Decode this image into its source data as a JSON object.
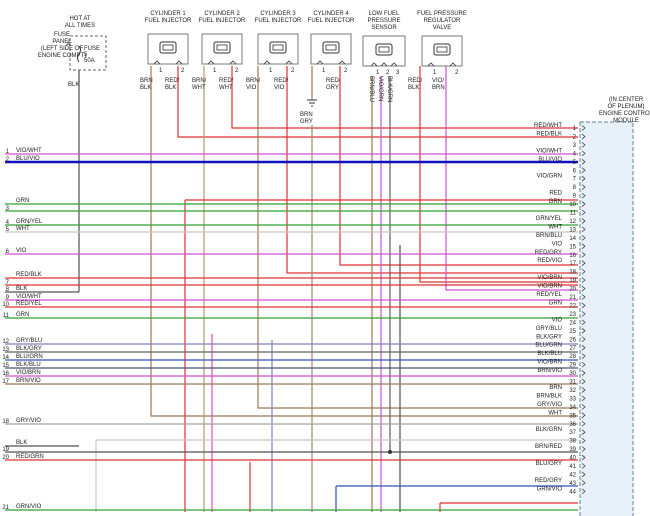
{
  "fuse_panel": {
    "hot_lines": [
      "HOT AT",
      "ALL TIMES"
    ],
    "panel_lines": [
      "FUSE",
      "PANEL",
      "(LEFT SIDE OF",
      "ENGINE COMPT)"
    ],
    "pin": "A",
    "fuse_lines": [
      "FUSE",
      "5",
      "50A"
    ],
    "wire": "BLK"
  },
  "components": [
    {
      "lines": [
        "CYLINDER 1",
        "FUEL INJECTOR"
      ],
      "pins": [
        "1",
        "2"
      ],
      "wires": [
        [
          "BRN",
          "BLK"
        ],
        [
          "RED/",
          "BLK"
        ]
      ]
    },
    {
      "lines": [
        "CYLINDER 2",
        "FUEL INJECTOR"
      ],
      "pins": [
        "1",
        "2"
      ],
      "wires": [
        [
          "BRN/",
          "WHT"
        ],
        [
          "RED/",
          "WHT"
        ]
      ]
    },
    {
      "lines": [
        "CYLINDER 3",
        "FUEL INJECTOR"
      ],
      "pins": [
        "1",
        "2"
      ],
      "wires": [
        [
          "BRN/",
          "VIO"
        ],
        [
          "RED/",
          "VIO"
        ]
      ]
    },
    {
      "lines": [
        "CYLINDER 4",
        "FUEL INJECTOR"
      ],
      "pins": [
        "1",
        "2"
      ],
      "wires": [
        [
          "BRN/",
          "GRY"
        ],
        [
          "RED/",
          "GRY"
        ]
      ]
    },
    {
      "lines": [
        "LOW FUEL",
        "PRESSURE",
        "SENSOR"
      ],
      "pins": [
        "1",
        "2",
        "3"
      ],
      "wires": [
        [
          "BRN/BLU"
        ],
        [
          "VIO/GRN"
        ],
        [
          "BLK/GRN"
        ]
      ]
    },
    {
      "lines": [
        "FUEL PRESSURE",
        "REGULATOR",
        "VALVE"
      ],
      "pins": [
        "1",
        "2"
      ],
      "wires": [
        [
          "RED/",
          "BLK"
        ],
        [
          "VIO/",
          "BRN"
        ]
      ]
    }
  ],
  "ground_label": [
    "BRN",
    "GRY"
  ],
  "ecm_label": [
    "(IN CENTER",
    "OF PLENUM)",
    "ENGINE CONTROL",
    "MODULE"
  ],
  "ecm_pins": [
    {
      "pin": "1",
      "label": "RED/WHT",
      "color": "#e03030"
    },
    {
      "pin": "2",
      "label": "RED/BLK",
      "color": "#e03030"
    },
    {
      "pin": "3",
      "label": "",
      "color": "#999999"
    },
    {
      "pin": "4",
      "label": "VIO/WHT",
      "color": "#d050d0"
    },
    {
      "pin": "5",
      "label": "BLU/VIO",
      "color": "#1010c0"
    },
    {
      "pin": "6",
      "label": "",
      "color": "#999999"
    },
    {
      "pin": "7",
      "label": "VIO/GRN",
      "color": "#d050d0"
    },
    {
      "pin": "8",
      "label": "",
      "color": "#999999"
    },
    {
      "pin": "9",
      "label": "RED",
      "color": "#e03030"
    },
    {
      "pin": "10",
      "label": "GRN",
      "color": "#30a030"
    },
    {
      "pin": "11",
      "label": "",
      "color": "#999999"
    },
    {
      "pin": "12",
      "label": "GRN/YEL",
      "color": "#30a030"
    },
    {
      "pin": "13",
      "label": "WHT",
      "color": "#c8c8c8"
    },
    {
      "pin": "14",
      "label": "BRN/BLU",
      "color": "#9b7a55"
    },
    {
      "pin": "15",
      "label": "VIO",
      "color": "#d050d0"
    },
    {
      "pin": "16",
      "label": "RED/GRY",
      "color": "#e03030"
    },
    {
      "pin": "17",
      "label": "RED/VIO",
      "color": "#e03030"
    },
    {
      "pin": "18",
      "label": "",
      "color": "#999999"
    },
    {
      "pin": "19",
      "label": "VIO/BRN",
      "color": "#d050d0"
    },
    {
      "pin": "20",
      "label": "VIO/BRN",
      "color": "#d050d0"
    },
    {
      "pin": "21",
      "label": "RED/YEL",
      "color": "#e03030"
    },
    {
      "pin": "22",
      "label": "GRN",
      "color": "#30a030"
    },
    {
      "pin": "23",
      "label": "",
      "color": "#999999"
    },
    {
      "pin": "24",
      "label": "VIO",
      "color": "#d050d0"
    },
    {
      "pin": "25",
      "label": "GRY/BLU",
      "color": "#8080c0"
    },
    {
      "pin": "26",
      "label": "BLK/GRY",
      "color": "#606060"
    },
    {
      "pin": "27",
      "label": "BLU/GRN",
      "color": "#3050c0"
    },
    {
      "pin": "28",
      "label": "BLK/BLU",
      "color": "#505070"
    },
    {
      "pin": "29",
      "label": "VIO/BRN",
      "color": "#d050d0"
    },
    {
      "pin": "30",
      "label": "BRN/VIO",
      "color": "#9b7a55"
    },
    {
      "pin": "31",
      "label": "",
      "color": "#999999"
    },
    {
      "pin": "32",
      "label": "BRN",
      "color": "#9b7a55"
    },
    {
      "pin": "33",
      "label": "BRN/BLK",
      "color": "#9b7a55"
    },
    {
      "pin": "34",
      "label": "GRY/VIO",
      "color": "#a0a0a0"
    },
    {
      "pin": "35",
      "label": "WHT",
      "color": "#c8c8c8"
    },
    {
      "pin": "36",
      "label": "",
      "color": "#999999"
    },
    {
      "pin": "37",
      "label": "BLK/GRN",
      "color": "#505050"
    },
    {
      "pin": "38",
      "label": "",
      "color": "#999999"
    },
    {
      "pin": "39",
      "label": "BRN/RED",
      "color": "#9b7a55"
    },
    {
      "pin": "40",
      "label": "",
      "color": "#999999"
    },
    {
      "pin": "41",
      "label": "BLU/GRY",
      "color": "#3050c0"
    },
    {
      "pin": "42",
      "label": "",
      "color": "#999999"
    },
    {
      "pin": "43",
      "label": "RED/GRY",
      "color": "#e03030"
    },
    {
      "pin": "44",
      "label": "GRN/VIO",
      "color": "#30a030"
    }
  ],
  "left_wires": [
    {
      "num": "1",
      "label": "VIO/WHT",
      "color": "#d050d0"
    },
    {
      "num": "2",
      "label": "BLU/VIO",
      "color": "#1010c0"
    },
    {
      "num": "",
      "label": "GRN",
      "color": "#30a030"
    },
    {
      "num": "3",
      "label": "",
      "color": "#30a030"
    },
    {
      "num": "4",
      "label": "GRN/YEL",
      "color": "#30a030"
    },
    {
      "num": "5",
      "label": "WHT",
      "color": "#c8c8c8"
    },
    {
      "num": "6",
      "label": "VIO",
      "color": "#d050d0"
    },
    {
      "num": "",
      "label": "RED/BLK",
      "color": "#e03030"
    },
    {
      "num": "7",
      "label": "",
      "color": "#e03030"
    },
    {
      "num": "8",
      "label": "BLK",
      "color": "#505050"
    },
    {
      "num": "9",
      "label": "VIO/WHT",
      "color": "#d050d0"
    },
    {
      "num": "10",
      "label": "RED/YEL",
      "color": "#e03030"
    },
    {
      "num": "11",
      "label": "GRN",
      "color": "#30a030"
    },
    {
      "num": "12",
      "label": "GRY/BLU",
      "color": "#8080c0"
    },
    {
      "num": "13",
      "label": "BLK/GRY",
      "color": "#606060"
    },
    {
      "num": "14",
      "label": "BLU/GRN",
      "color": "#3050c0"
    },
    {
      "num": "15",
      "label": "BLK/BLU",
      "color": "#505070"
    },
    {
      "num": "16",
      "label": "VIO/BRN",
      "color": "#d050d0"
    },
    {
      "num": "17",
      "label": "BRN/VIO",
      "color": "#9b7a55"
    },
    {
      "num": "18",
      "label": "GRY/VIO",
      "color": "#a0a0a0"
    },
    {
      "num": "",
      "label": "BLK",
      "color": "#505050"
    },
    {
      "num": "19",
      "label": "",
      "color": "#505050"
    },
    {
      "num": "20",
      "label": "RED/GRN",
      "color": "#e03030"
    },
    {
      "num": "21",
      "label": "GRN/VIO",
      "color": "#30a030"
    }
  ]
}
